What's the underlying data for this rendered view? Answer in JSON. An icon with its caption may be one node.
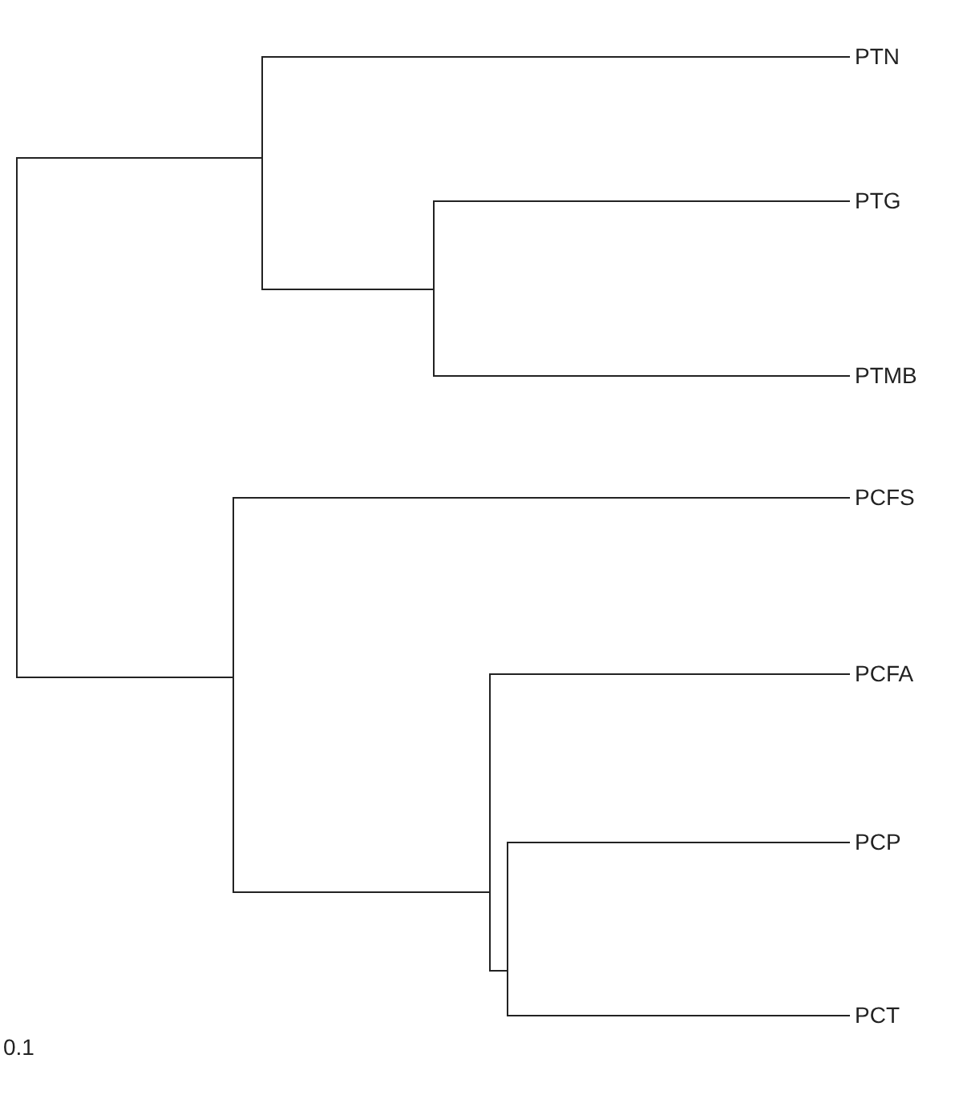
{
  "diagram": {
    "nodes": [
      {
        "text": [],
        "shape": "bar"
      },
      {
        "text": [],
        "shape": "bar"
      },
      {
        "text": [
          "PTN"
        ]
      },
      {
        "text": [],
        "shape": "bar"
      },
      {
        "text": [
          "PTG"
        ]
      },
      {
        "text": [
          "PTMB"
        ]
      },
      {
        "text": [],
        "shape": "bar"
      },
      {
        "text": [
          "PCFS"
        ]
      },
      {
        "text": [],
        "shape": "bar"
      },
      {
        "text": [
          "PCFA"
        ]
      },
      {
        "text": [],
        "shape": "bar"
      },
      {
        "text": [
          "PCP"
        ]
      },
      {
        "text": [
          "PCT"
        ]
      }
    ],
    "edges": [
      {
        "from": 0,
        "to": 1,
        "arrow": "none"
      },
      {
        "from": 1,
        "to": 2,
        "arrow": "none"
      },
      {
        "from": 1,
        "to": 3,
        "arrow": "none"
      },
      {
        "from": 3,
        "to": 4,
        "arrow": "none"
      },
      {
        "from": 3,
        "to": 5,
        "arrow": "none"
      },
      {
        "from": 0,
        "to": 6,
        "arrow": "none"
      },
      {
        "from": 6,
        "to": 7,
        "arrow": "none"
      },
      {
        "from": 6,
        "to": 8,
        "arrow": "none"
      },
      {
        "from": 8,
        "to": 9,
        "arrow": "none"
      },
      {
        "from": 8,
        "to": 10,
        "arrow": "none"
      },
      {
        "from": 10,
        "to": 11,
        "arrow": "none"
      },
      {
        "from": 10,
        "to": 12,
        "arrow": "none"
      }
    ],
    "labels": [
      "0.1"
    ]
  }
}
